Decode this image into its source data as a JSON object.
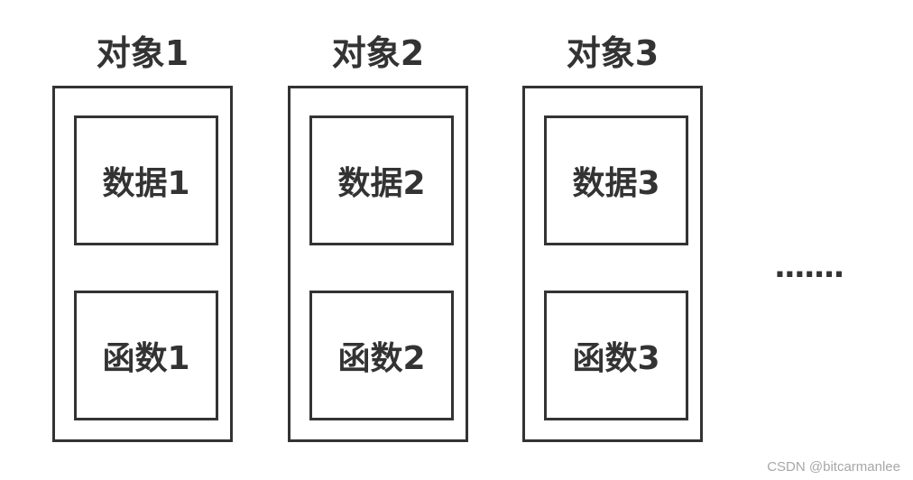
{
  "objects": [
    {
      "title": "对象1",
      "data": "数据1",
      "func": "函数1"
    },
    {
      "title": "对象2",
      "data": "数据2",
      "func": "函数2"
    },
    {
      "title": "对象3",
      "data": "数据3",
      "func": "函数3"
    }
  ],
  "ellipsis": ".......",
  "watermark": "CSDN @bitcarmanlee"
}
